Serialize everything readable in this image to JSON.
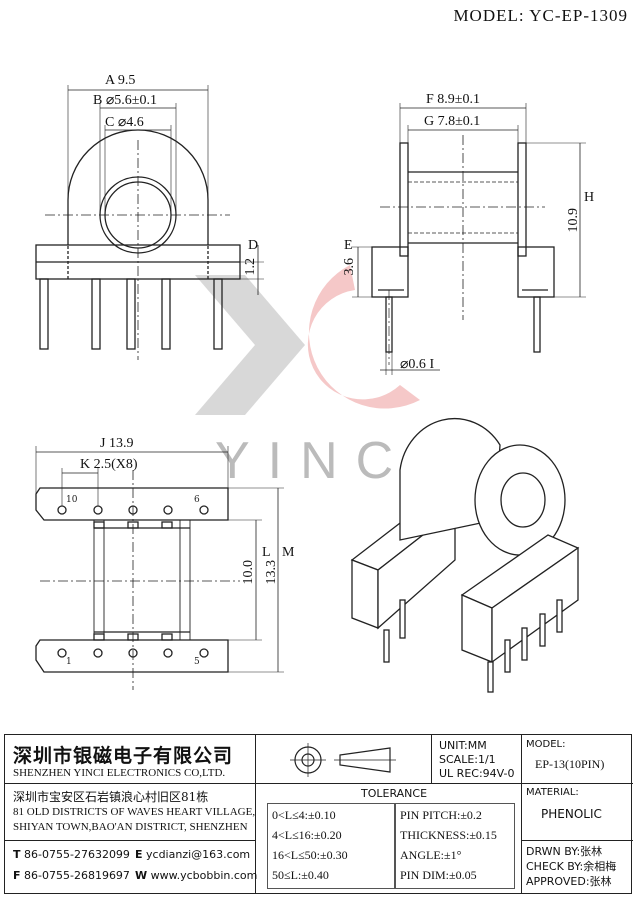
{
  "header": {
    "model": "MODEL: YC-EP-1309"
  },
  "watermark": {
    "text": "YINCI"
  },
  "front_view": {
    "A": "A",
    "A_val": "9.5",
    "B": "B",
    "B_val": "⌀5.6±0.1",
    "C": "C",
    "C_val": "⌀4.6",
    "D": "D",
    "D_val": "1.2"
  },
  "side_view": {
    "F": "F",
    "F_val": "8.9±0.1",
    "G": "G",
    "G_val": "7.8±0.1",
    "H": "H",
    "H_val": "10.9",
    "E": "E",
    "E_val": "3.6",
    "I": "I",
    "I_val": "⌀0.6"
  },
  "bottom_view": {
    "J": "J",
    "J_val": "13.9",
    "K": "K",
    "K_val": "2.5(X8)",
    "L": "L",
    "L_val": "10.0",
    "M": "M",
    "M_val": "13.3",
    "pin10": "10",
    "pin6": "6",
    "pin1": "1",
    "pin5": "5"
  },
  "title_block": {
    "company_cn": "深圳市银磁电子有限公司",
    "company_en": "SHENZHEN YINCI ELECTRONICS CO,LTD.",
    "address_cn": "深圳市宝安区石岩镇浪心村旧区81栋",
    "address_en_1": "81 OLD DISTRICTS OF WAVES HEART VILLAGE,",
    "address_en_2": "SHIYAN TOWN,BAO'AN DISTRICT, SHENZHEN",
    "tel_label": "T",
    "tel": "86-0755-27632099",
    "email_label": "E",
    "email": "ycdianzi@163.com",
    "fax_label": "F",
    "fax": "86-0755-26819697",
    "web_label": "W",
    "web": "www.ycbobbin.com",
    "unit": "UNIT:MM",
    "scale": "SCALE:1/1",
    "ul_rec": "UL REC:94V-0",
    "model_label": "MODEL:",
    "model_value": "EP-13(10PIN)",
    "material_label": "MATERIAL:",
    "material_value": "PHENOLIC",
    "tolerance_title": "TOLERANCE",
    "tol": [
      "0<L≤4:±0.10",
      "4<L≤16:±0.20",
      "16<L≤50:±0.30",
      "50≤L:±0.40"
    ],
    "pin": [
      "PIN PITCH:±0.2",
      "THICKNESS:±0.15",
      "ANGLE:±1°",
      "PIN DIM:±0.05"
    ],
    "drawn_by": "DRWN BY:张林",
    "check_by": "CHECK BY:余相梅",
    "approved": "APPROVED:张林"
  }
}
